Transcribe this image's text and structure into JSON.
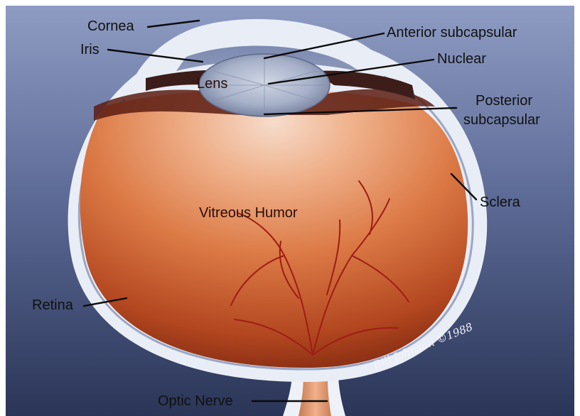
{
  "figure": {
    "labels": {
      "cornea": "Cornea",
      "iris": "Iris",
      "lens": "Lens",
      "anterior_subcapsular": "Anterior subcapsular",
      "nuclear": "Nuclear",
      "posterior_line1": "Posterior",
      "posterior_line2": "subcapsular",
      "sclera": "Sclera",
      "vitreous_humor": "Vitreous Humor",
      "retina": "Retina",
      "optic_nerve": "Optic Nerve"
    },
    "signature": "Bill Johnson ©1988",
    "colors": {
      "background_top": "#8e9cc3",
      "background_bottom": "#2a3557",
      "sclera": "#e9eef6",
      "vitreous_light": "#f3cfb8",
      "vitreous_mid": "#dc7a46",
      "vitreous_dark": "#7a250e",
      "lens": "#a6b0c8",
      "iris": "#3c1d1a",
      "blood_vessels": "#9e1d14"
    }
  }
}
